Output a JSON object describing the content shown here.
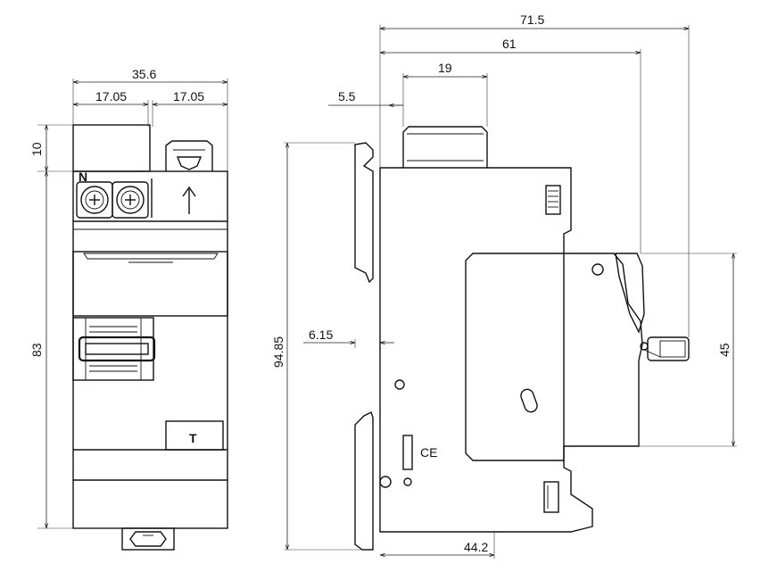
{
  "front_view": {
    "marks": {
      "neutral": "N",
      "test_button": "T"
    },
    "dimensions": {
      "overall_width": "35.6",
      "left_half": "17.05",
      "right_half": "17.05",
      "top_height": "10",
      "body_height": "83"
    }
  },
  "side_view": {
    "marks": {
      "ce_mark": "CE"
    },
    "dimensions": {
      "overall_depth": "71.5",
      "depth_to_lever": "61",
      "cover_width": "19",
      "cover_offset": "5.5",
      "rail_offset": "6.15",
      "overall_height": "94.85",
      "base_depth": "44.2",
      "front_height": "45"
    }
  },
  "icons": [
    "terminal-screw-icon",
    "arrow-up-icon",
    "ce-mark-icon",
    "mounting-clip-icon"
  ]
}
